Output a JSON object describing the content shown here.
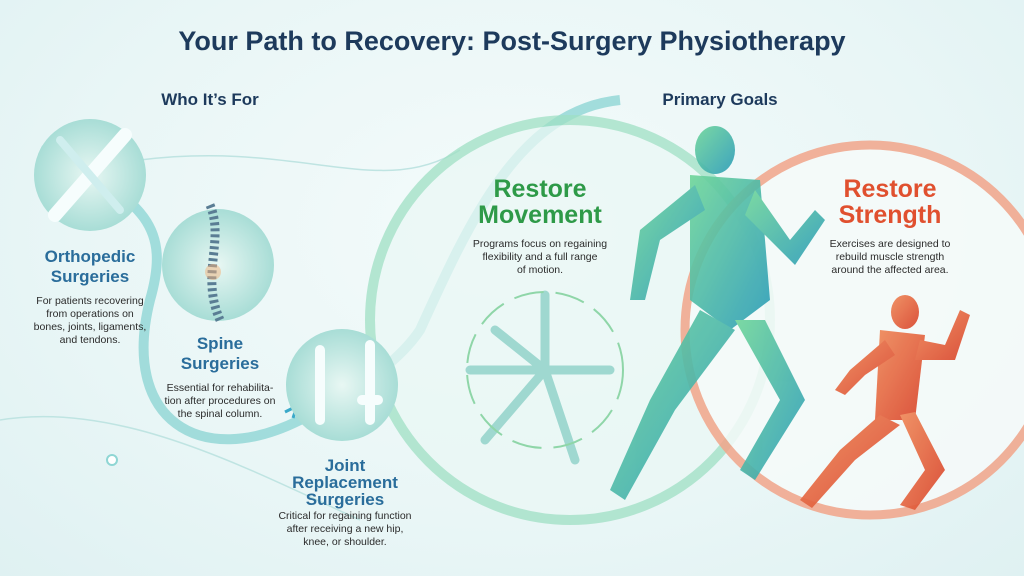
{
  "title": "Your Path to Recovery: Post-Surgery Physiotherapy",
  "who_for": {
    "heading": "Who It’s For",
    "items": [
      {
        "title_1": "Orthopedic",
        "title_2": "Surgeries",
        "desc_1": "For patients recovering",
        "desc_2": "from operations on",
        "desc_3": "bones, joints, ligaments,",
        "desc_4": "and tendons."
      },
      {
        "title_1": "Spine",
        "title_2": "Surgeries",
        "desc_1": "Essential for rehabilita-",
        "desc_2": "tion after procedures on",
        "desc_3": "the spinal column."
      },
      {
        "title_1": "Joint",
        "title_2": "Replacement",
        "title_3": "Surgeries",
        "desc_1": "Critical for regaining function",
        "desc_2": "after receiving a new hip,",
        "desc_3": "knee, or shoulder."
      }
    ]
  },
  "goals": {
    "heading": "Primary Goals",
    "items": [
      {
        "title_1": "Restore",
        "title_2": "Movement",
        "desc_1": "Programs focus on regaining",
        "desc_2": "flexibility and a full range",
        "desc_3": "of motion."
      },
      {
        "title_1": "Restore",
        "title_2": "Strength",
        "desc_1": "Exercises are designed to",
        "desc_2": "rebuild muscle strength",
        "desc_3": "around the affected area."
      }
    ]
  },
  "colors": {
    "navy": "#1d3a5c",
    "blue": "#2a6d9b",
    "green": "#2e9a48",
    "orange": "#e0502f",
    "teal": "#7fcfcf"
  }
}
